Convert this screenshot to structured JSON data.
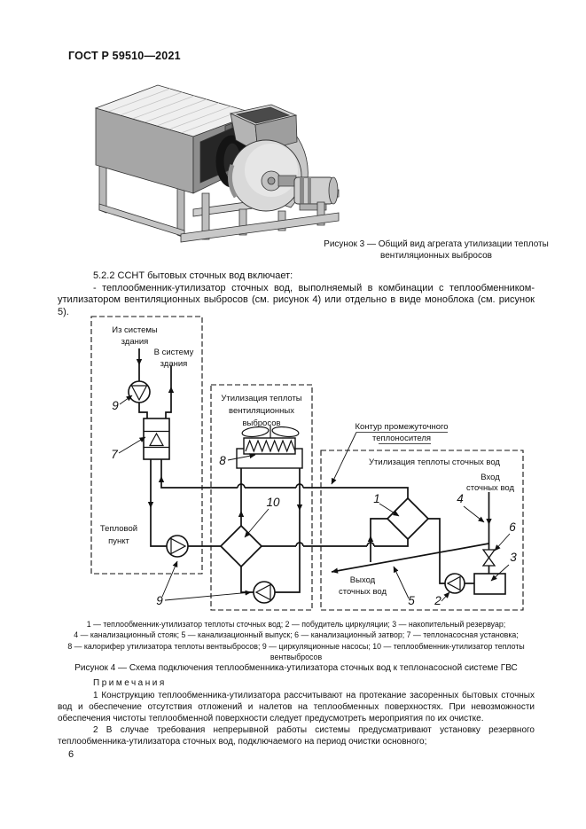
{
  "header": {
    "title": "ГОСТ Р 59510—2021"
  },
  "figure3": {
    "caption": [
      "Рисунок 3 — Общий вид агрегата утилизации теплоты",
      "вентиляционных выбросов"
    ]
  },
  "section": {
    "heading": "5.2.2 ССНТ бытовых сточных вод включает:",
    "paragraph": "- теплообменник-утилизатор сточных вод, выполняемый в комбинации с теплообменником-утилизатором вентиляционных выбросов (см. рисунок 4) или отдельно в виде моноблока (см. рисунок 5)."
  },
  "figure4": {
    "box_labels": {
      "heat_point": [
        "Тепловой",
        "пункт"
      ],
      "vent_recovery": [
        "Утилизация теплоты",
        "вентиляционных",
        "выбросов"
      ],
      "sewage_recovery": "Утилизация теплоты сточных вод"
    },
    "flow_labels": {
      "from_building": [
        "Из системы",
        "здания"
      ],
      "to_building": [
        "В систему",
        "здания"
      ],
      "intermediate_loop": [
        "Контур промежуточного",
        "теплоносителя"
      ],
      "sewage_in": [
        "Вход",
        "сточных вод"
      ],
      "sewage_out": [
        "Выход",
        "сточных вод"
      ]
    },
    "numbers": {
      "n1": "1",
      "n2": "2",
      "n3": "3",
      "n4": "4",
      "n5": "5",
      "n6": "6",
      "n7": "7",
      "n8": "8",
      "n9_top": "9",
      "n9_bottom": "9",
      "n10": "10"
    },
    "legend": [
      "1 — теплообменник-утилизатор теплоты сточных вод; 2 — побудитель циркуляции; 3 — накопительный резервуар;",
      "4 — канализационный стояк; 5 — канализационный выпуск; 6 — канализационный затвор; 7 — теплонасосная установка;",
      "8 — калорифер утилизатора теплоты вентвыбросов; 9 — циркуляционные насосы; 10 — теплообменник-утилизатор теплоты",
      "вентвыбросов"
    ],
    "caption": "Рисунок 4 — Схема подключения теплообменника-утилизатора сточных вод к теплонасосной системе ГВС"
  },
  "notes": {
    "title": "Примечания",
    "items": [
      "1 Конструкцию теплообменника-утилизатора рассчитывают на протекание засоренных бытовых сточных вод и обеспечение отсутствия отложений и налетов на теплообменных поверхностях. При невозможности обеспечения чистоты теплообменной поверхности следует предусмотреть мероприятия по их очистке.",
      "2 В случае требования непрерывной работы системы предусматривают установку резервного теплообменника-утилизатора сточных вод, подключаемого на период очистки основного;"
    ]
  },
  "footer": {
    "page_number": "6"
  }
}
